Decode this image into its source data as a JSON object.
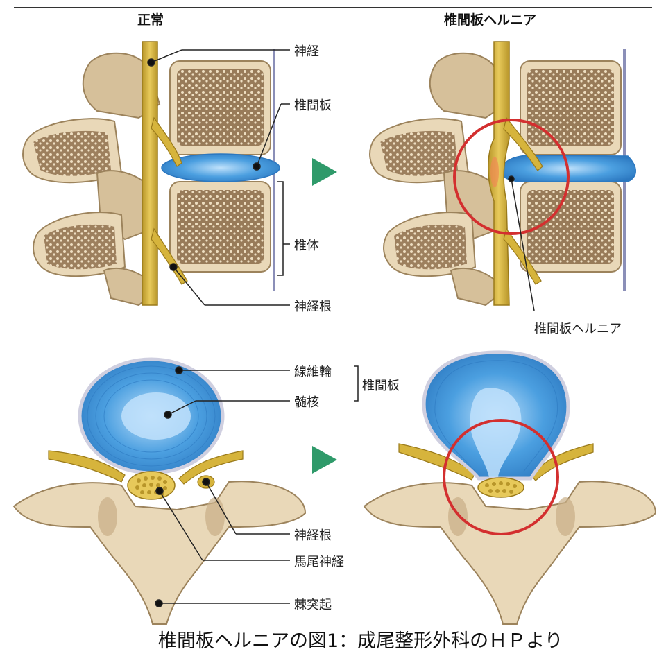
{
  "titles": {
    "normal": "正常",
    "herniated": "椎間板ヘルニア"
  },
  "side_labels": {
    "nerve": "神経",
    "disc": "椎間板",
    "vertebral_body": "椎体",
    "nerve_root": "神経根",
    "herniation": "椎間板ヘルニア"
  },
  "axial_labels": {
    "annulus": "線維輪",
    "nucleus": "髄核",
    "disc_group": "椎間板",
    "nerve_root": "神経根",
    "cauda": "馬尾神経",
    "spinous": "棘突起"
  },
  "caption": "椎間板ヘルニアの図1：成尾整形外科のＨＰより",
  "colors": {
    "bone": "#e9d8b8",
    "bone_dark": "#c8ae86",
    "disc": "#4b9fe0",
    "disc_light": "#a9d4f5",
    "nerve": "#d6b43c",
    "arrow": "#2f9a6a",
    "highlight": "#d32f2f"
  },
  "icons": {
    "arrow": "triangle-right-icon"
  }
}
